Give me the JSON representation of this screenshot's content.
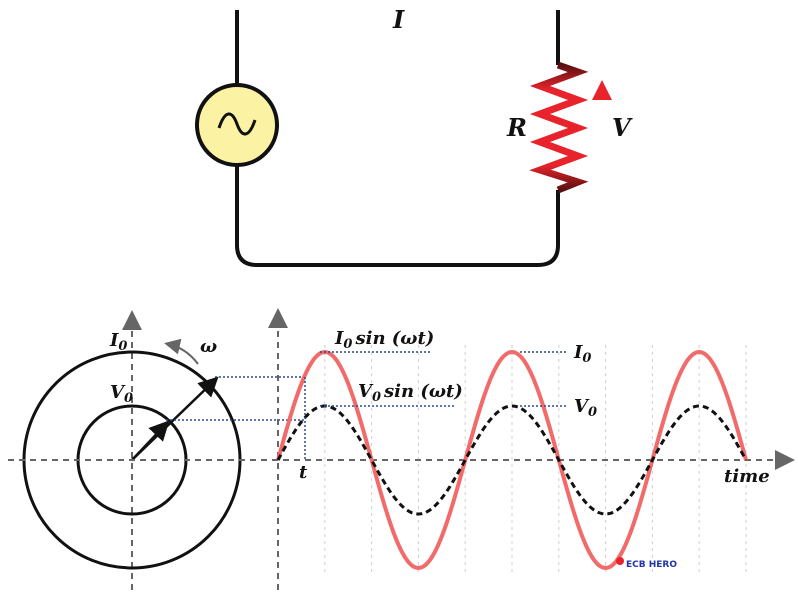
{
  "circuit": {
    "current_label": "I",
    "resistor_label": "R",
    "voltage_label": "V"
  },
  "phasor": {
    "current_amplitude": "I",
    "current_amplitude_sub": "0",
    "voltage_amplitude": "V",
    "voltage_amplitude_sub": "0",
    "angular_velocity": "ω"
  },
  "waveform": {
    "current_expr_base": "I",
    "current_expr_sub": "0",
    "current_expr_rest": "sin (ωt)",
    "voltage_expr_base": "V",
    "voltage_expr_sub": "0",
    "voltage_expr_rest": "sin (ωt)",
    "current_peak_label": "I",
    "current_peak_sub": "0",
    "voltage_peak_label": "V",
    "voltage_peak_sub": "0",
    "t_label": "t",
    "time_axis_label": "time"
  },
  "watermark": "ECB HERO",
  "colors": {
    "current_wave": "#f26b6b",
    "voltage_wave": "#111111",
    "resistor": "#e8232b",
    "source_fill": "#fbf3a3",
    "guide": "#2a4a8a"
  }
}
